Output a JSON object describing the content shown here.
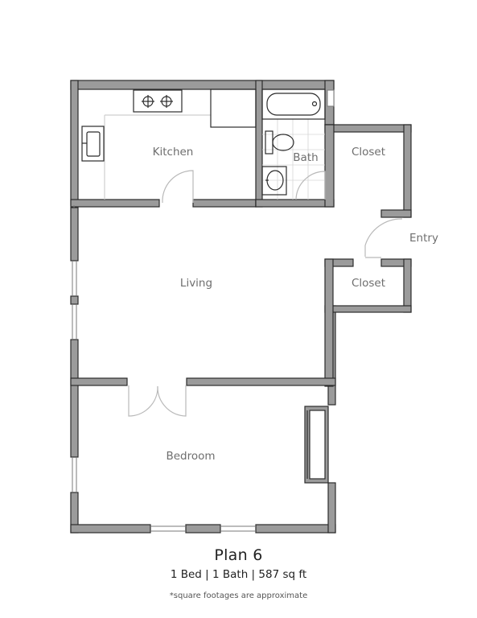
{
  "rooms": {
    "kitchen": "Kitchen",
    "bath": "Bath",
    "closet_top": "Closet",
    "entry": "Entry",
    "living": "Living",
    "closet_bottom": "Closet",
    "bedroom": "Bedroom"
  },
  "caption": {
    "title": "Plan 6",
    "details": "1 Bed | 1 Bath | 587 sq ft",
    "note": "*square footages are approximate"
  },
  "colors": {
    "wall_fill": "#9b9b9b",
    "wall_stroke": "#2b2b2b",
    "fixture": "#cfcfcf",
    "door": "#b9b9b9"
  }
}
